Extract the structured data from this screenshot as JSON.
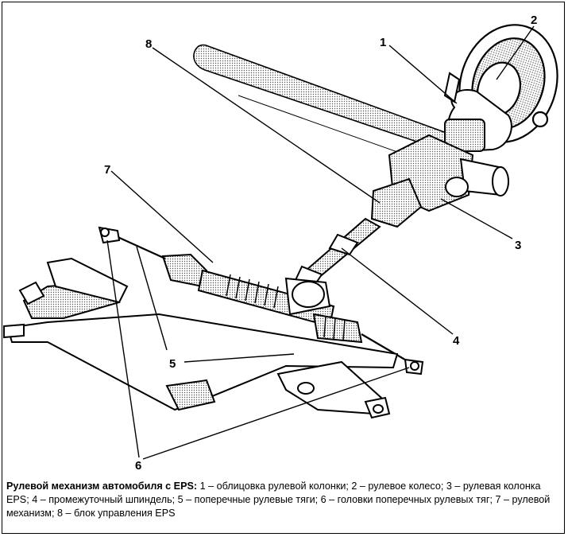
{
  "caption": {
    "title": "Рулевой механизм автомобиля с EPS:",
    "text": " 1 – облицовка рулевой колонки; 2 – рулевое колесо; 3 – рулевая колонка EPS; 4 – промежуточный шпиндель; 5 – поперечные рулевые тяги; 6 – головки поперечных рулевых тяг; 7 – рулевой механизм; 8 – блок управления EPS"
  },
  "callouts": {
    "c1": "1",
    "c2": "2",
    "c3": "3",
    "c4": "4",
    "c5": "5",
    "c6": "6",
    "c7": "7",
    "c8": "8"
  },
  "colors": {
    "ink": "#000000",
    "paper": "#ffffff",
    "shade": "#d9d9d9"
  }
}
